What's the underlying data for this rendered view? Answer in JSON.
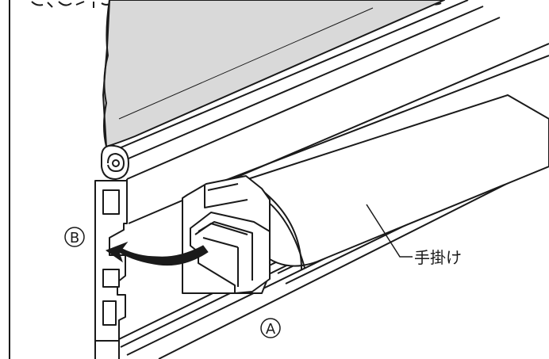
{
  "labels": {
    "callout_b": "B",
    "callout_a": "A",
    "handle_label": "手掛け"
  },
  "colors": {
    "line": "#1a1a1a",
    "panel_fill": "#d9d9d9",
    "body_fill": "#ffffff",
    "arrow_fill": "#1a1a1a"
  }
}
